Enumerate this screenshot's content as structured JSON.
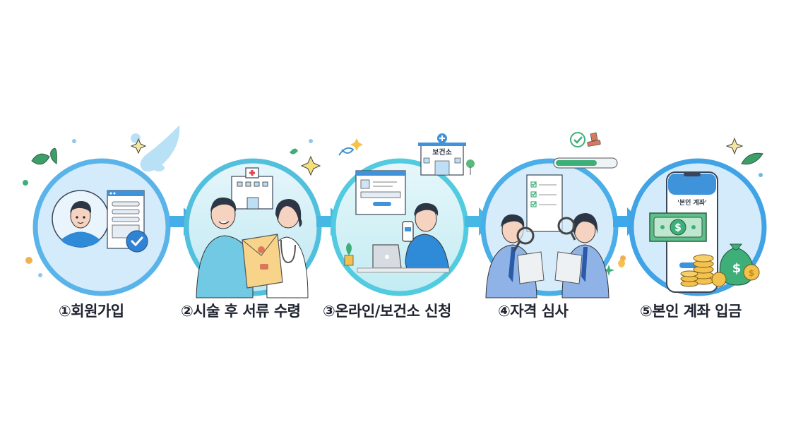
{
  "diagram": {
    "type": "process-flow",
    "direction": "left-to-right",
    "steps": [
      {
        "number": "①",
        "label": "①회원가입",
        "illustration": "user-avatar-with-signup-form-check"
      },
      {
        "number": "②",
        "label": "②시술 후 서류 수령",
        "illustration": "patient-and-doctor-holding-document-envelope-hospital"
      },
      {
        "number": "③",
        "label": "③온라인/보건소 신청",
        "illustration": "person-applying-online-with-laptop-and-phone",
        "building_sign": "보건소"
      },
      {
        "number": "④",
        "label": "④자격 심사",
        "illustration": "two-reviewers-with-magnifying-glasses-checklist"
      },
      {
        "number": "⑤",
        "label": "⑤본인 계좌 입금",
        "illustration": "phone-with-cash-and-coins",
        "phone_text": "'본인 계좌'"
      }
    ],
    "arrows": 4
  },
  "colors": {
    "circle_ring": "#4fb3ea",
    "circle_fill": "#dcefff",
    "circle_ring_alt": "#52c6df",
    "arrow": "#45aee8",
    "label_text": "#1f2430",
    "accent_green": "#3faf7a",
    "accent_gold": "#f2c14e",
    "background": "#ffffff"
  }
}
